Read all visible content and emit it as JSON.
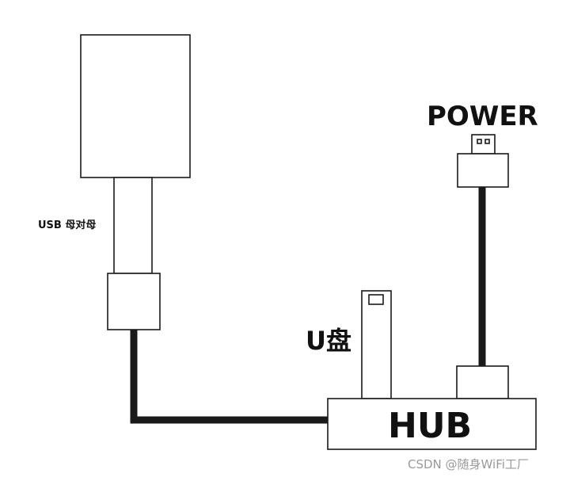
{
  "labels": {
    "adapter": "USB 母对母",
    "power": "POWER",
    "usb_drive": "U盘",
    "hub": "HUB"
  },
  "watermark": "CSDN @随身WiFi工厂",
  "colors": {
    "line": "#1a1a1a",
    "background": "#ffffff",
    "watermark": "#9a9a9a"
  }
}
